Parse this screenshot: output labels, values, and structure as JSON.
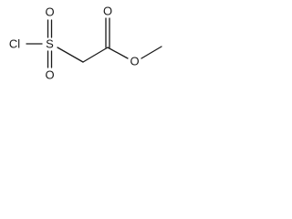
{
  "molecule": {
    "atoms": {
      "chlorine": "Cl",
      "sulfur": "S",
      "sulfonyl_oxygen_top": "O",
      "sulfonyl_oxygen_bottom": "O",
      "carbonyl_oxygen": "O",
      "ester_oxygen": "O"
    }
  }
}
